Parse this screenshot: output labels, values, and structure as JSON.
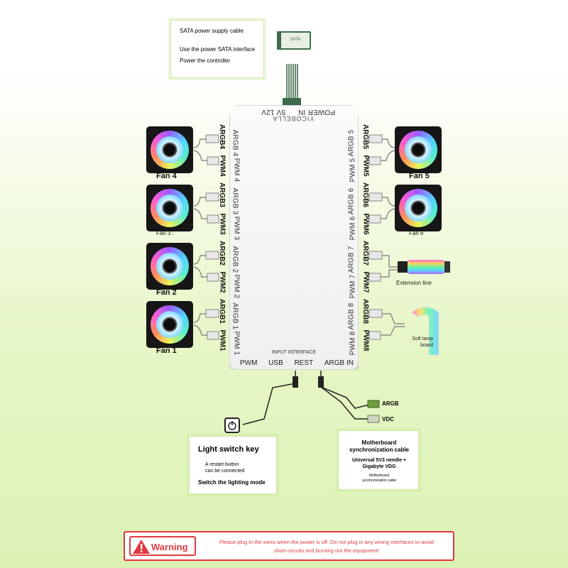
{
  "sata_callout": {
    "title": "SATA power supply cable",
    "line1": "Use the power SATA interface",
    "line2": "Power the controller",
    "connector_label": "SATA"
  },
  "hub": {
    "brand": "YICOBELLA",
    "power_in": "POWER IN",
    "power_values": "5V 12V",
    "input_interface": "INPUT INTERFACE",
    "bottom_ports": [
      "PWM",
      "USB",
      "REST",
      "ARGB IN"
    ],
    "left_ports": [
      {
        "argb": "ARGB 4",
        "pwm": "PWM 4"
      },
      {
        "argb": "ARGB 3",
        "pwm": "PWM 3"
      },
      {
        "argb": "ARGB 2",
        "pwm": "PWM 2"
      },
      {
        "argb": "ARGB 1",
        "pwm": "PWM 1"
      }
    ],
    "right_ports": [
      {
        "argb": "ARGB 5",
        "pwm": "PWM 5"
      },
      {
        "argb": "ARGB 6",
        "pwm": "PWM 6"
      },
      {
        "argb": "ARGB 7",
        "pwm": "PWM 7"
      },
      {
        "argb": "ARGB 8",
        "pwm": "PWM 8"
      }
    ]
  },
  "left_cables": [
    {
      "argb": "ARGB4",
      "pwm": "PWM4",
      "fan": "Fan 4"
    },
    {
      "argb": "ARGB3",
      "pwm": "PWM3",
      "fan": "Fan 3 :"
    },
    {
      "argb": "ARGB2",
      "pwm": "PWM2",
      "fan": "Fan 2"
    },
    {
      "argb": "ARGB1",
      "pwm": "PWM1",
      "fan": "Fan 1"
    }
  ],
  "right_cables": [
    {
      "argb": "ARGB5",
      "pwm": "PWM5",
      "device": "Fan 5"
    },
    {
      "argb": "ARGB6",
      "pwm": "PWM6",
      "device": "Fan 6"
    },
    {
      "argb": "ARGB7",
      "pwm": "PWM7",
      "device": "Extension line"
    },
    {
      "argb": "ARGB8",
      "pwm": "PWM8",
      "device": "Soft lamp board"
    }
  ],
  "sync_connectors": {
    "argb": "ARGB",
    "vdc": "VDC"
  },
  "light_switch": {
    "title": "Light switch key",
    "line1": "A restart button",
    "line2": "can be connected",
    "line3": "Switch the lighting mode"
  },
  "motherboard": {
    "title1": "Motherboard",
    "title2": "synchronization cable",
    "line1": "Universal 5V3 needle +",
    "line2": "Gigabyte VDG",
    "small1": "Motherboard",
    "small2": "synchronization cable"
  },
  "warning": {
    "label": "Warning",
    "line1": "Please plug in the wires when the power is off. Do not plug in any wrong interfaces to avoid",
    "line2": "short circuits and burning out the equipment!"
  },
  "colors": {
    "warning_red": "#e0393e",
    "accent_green": "#d9f1b0",
    "hub_light_pink": "#ff5ce0",
    "hub_light_cyan": "#4fe6ff"
  }
}
